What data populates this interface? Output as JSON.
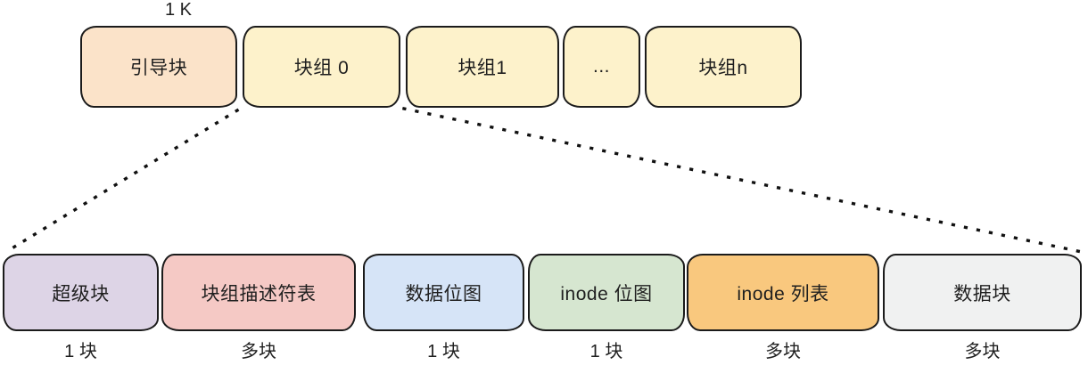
{
  "top_row": {
    "size_label": "1 K",
    "boxes": [
      {
        "label": "引导块",
        "fill": "#fbe3c9"
      },
      {
        "label": "块组 0",
        "fill": "#fdf2cb"
      },
      {
        "label": "块组1",
        "fill": "#fdf2cb"
      },
      {
        "label": "...",
        "fill": "#fdf2cb"
      },
      {
        "label": "块组n",
        "fill": "#fdf2cb"
      }
    ]
  },
  "bottom_row": {
    "boxes": [
      {
        "label": "超级块",
        "count": "1 块",
        "fill": "#ddd4e6"
      },
      {
        "label": "块组描述符表",
        "count": "多块",
        "fill": "#f5c9c5"
      },
      {
        "label": "数据位图",
        "count": "1 块",
        "fill": "#d6e4f7"
      },
      {
        "label": "inode 位图",
        "count": "1 块",
        "fill": "#d6e6d0"
      },
      {
        "label": "inode 列表",
        "count": "多块",
        "fill": "#f9c87e"
      },
      {
        "label": "数据块",
        "count": "多块",
        "fill": "#f0f1f1"
      }
    ]
  },
  "line_color": "#111111"
}
